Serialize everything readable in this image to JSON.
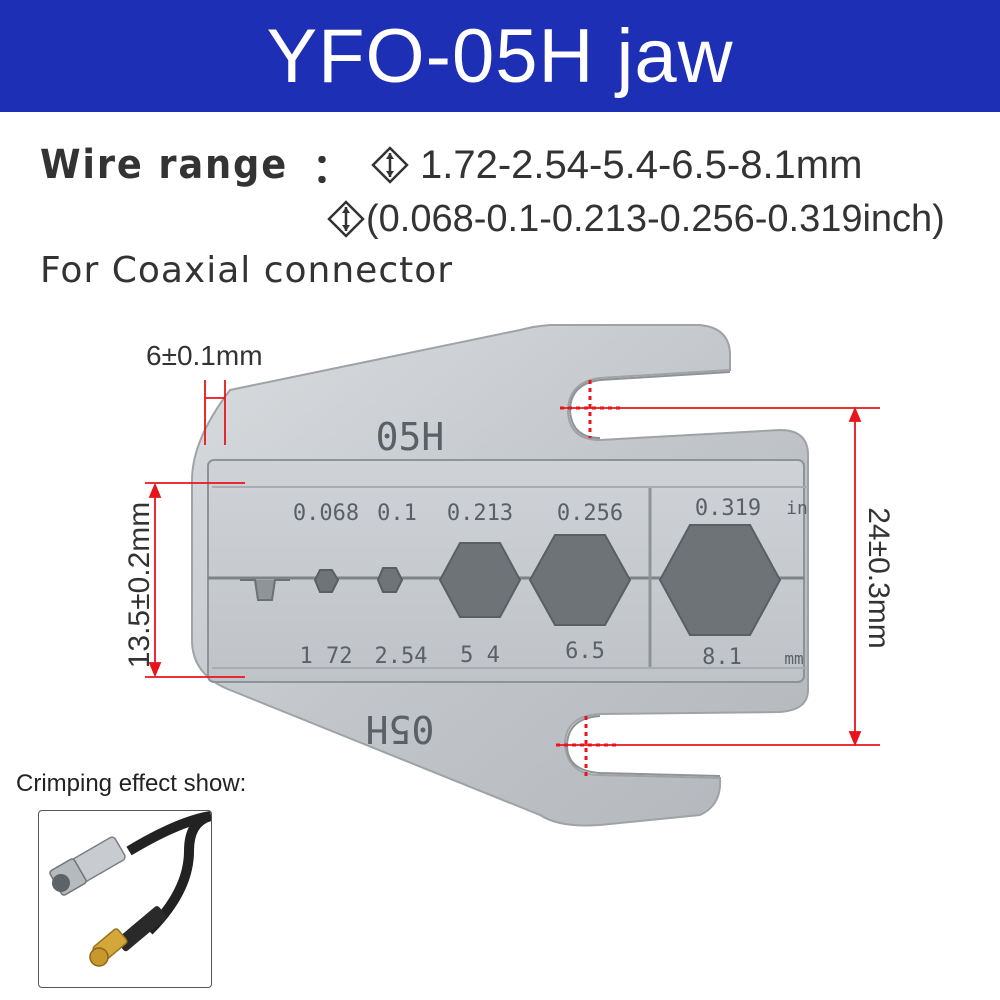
{
  "header": {
    "title": "YFO-05H jaw"
  },
  "specs": {
    "wire_range_label": "Wire range",
    "wire_range_colon": "：",
    "range_mm": "1.72-2.54-5.4-6.5-8.1mm",
    "range_inch": "(0.068-0.1-0.213-0.256-0.319inch)",
    "application": "For Coaxial connector",
    "diameter_icon": "diameter-symbol-icon"
  },
  "dimensions": {
    "jaw_thickness": "6±0.1mm",
    "jaw_height": "13.5±0.2mm",
    "mount_spacing": "24±0.3mm"
  },
  "jaw": {
    "model_mark": "05H",
    "inch_labels": [
      "0.068",
      "0.1",
      "0.213",
      "0.256",
      "0.319"
    ],
    "inch_unit": "in",
    "mm_labels": [
      "1 72",
      "2.54",
      "5 4",
      "6.5",
      "8.1"
    ],
    "mm_unit": "mm"
  },
  "crimp": {
    "label": "Crimping effect show:"
  },
  "colors": {
    "banner": "#1d2fb4",
    "dimension_line": "#e8141c",
    "metal": "#c9ccd0"
  }
}
